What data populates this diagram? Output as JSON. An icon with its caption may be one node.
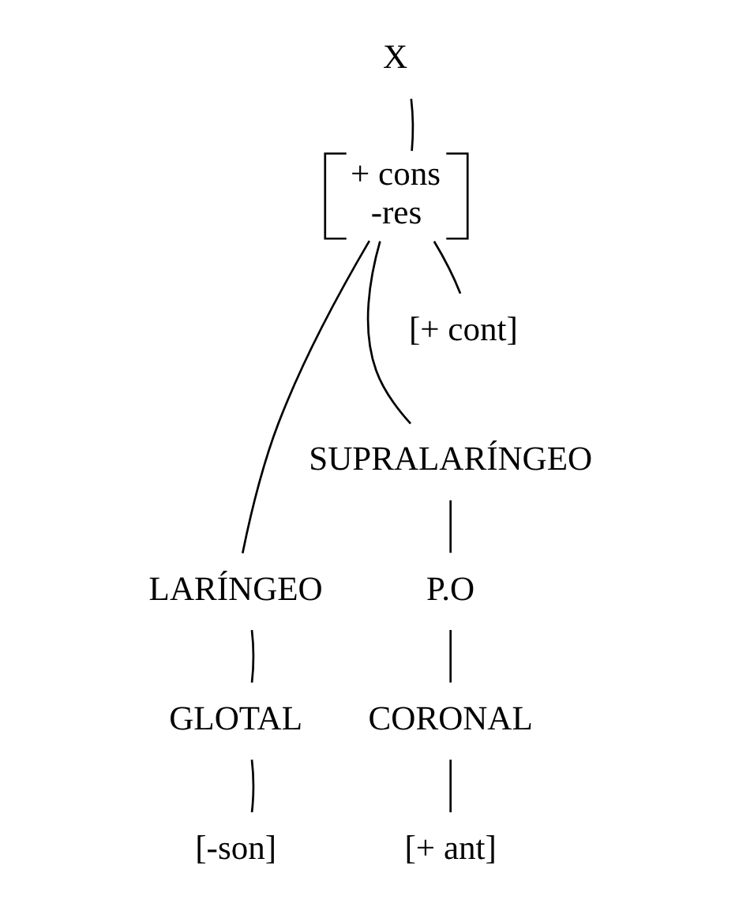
{
  "diagram": {
    "nodes": [
      {
        "text": [
          "X"
        ]
      },
      {
        "text": [
          "+ cons",
          "-res"
        ]
      },
      {
        "text": [
          "LARÍNGEO"
        ]
      },
      {
        "text": [
          "SUPRALARÍNGEO"
        ]
      },
      {
        "text": [
          "[+ cont]"
        ]
      },
      {
        "text": [
          "GLOTAL"
        ]
      },
      {
        "text": [
          "P.O"
        ]
      },
      {
        "text": [
          "CORONAL"
        ]
      },
      {
        "text": [
          "[-son]"
        ]
      },
      {
        "text": [
          "[+ ant]"
        ]
      }
    ],
    "edges": [
      {
        "from": 0,
        "to": 1,
        "arrow": "none"
      },
      {
        "from": 1,
        "to": 2,
        "arrow": "none"
      },
      {
        "from": 1,
        "to": 3,
        "arrow": "none"
      },
      {
        "from": 1,
        "to": 4,
        "arrow": "none"
      },
      {
        "from": 2,
        "to": 5,
        "arrow": "none"
      },
      {
        "from": 3,
        "to": 6,
        "arrow": "none"
      },
      {
        "from": 6,
        "to": 7,
        "arrow": "none"
      },
      {
        "from": 5,
        "to": 8,
        "arrow": "none"
      },
      {
        "from": 7,
        "to": 9,
        "arrow": "none"
      }
    ]
  }
}
